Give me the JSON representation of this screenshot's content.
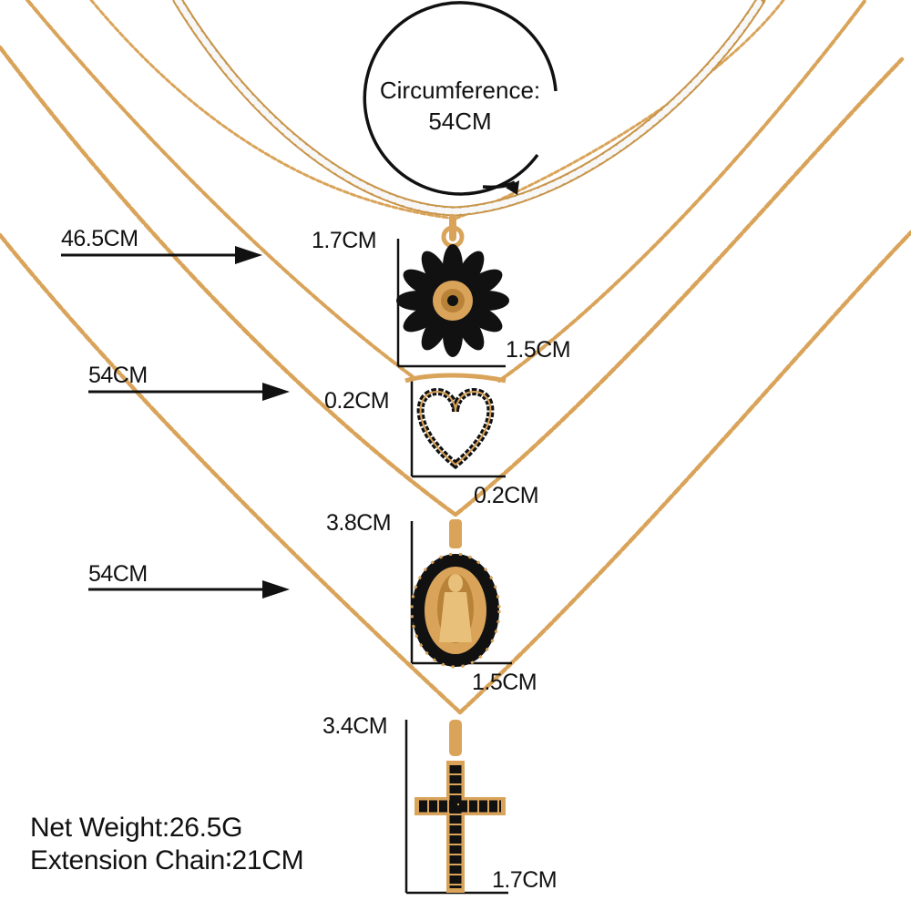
{
  "circumference": {
    "label": "Circumference:",
    "value": "54CM"
  },
  "chain_lengths": [
    {
      "label": "46.5CM"
    },
    {
      "label": "54CM"
    },
    {
      "label": "54CM"
    }
  ],
  "pendants": {
    "flower": {
      "height": "1.7CM",
      "width": "1.5CM"
    },
    "heart": {
      "height": "0.2CM",
      "width": "0.2CM"
    },
    "oval": {
      "height": "3.8CM",
      "width": "1.5CM"
    },
    "cross": {
      "height": "3.4CM",
      "width": "1.7CM"
    }
  },
  "specs": {
    "net_weight": "Net Weight:26.5G",
    "extension_chain": "Extension Chain∶21CM"
  },
  "colors": {
    "gold": "#d9a45a",
    "gold_dark": "#b88238",
    "stone": "#111111",
    "crystal": "#f4f4f4",
    "line": "#111111"
  }
}
